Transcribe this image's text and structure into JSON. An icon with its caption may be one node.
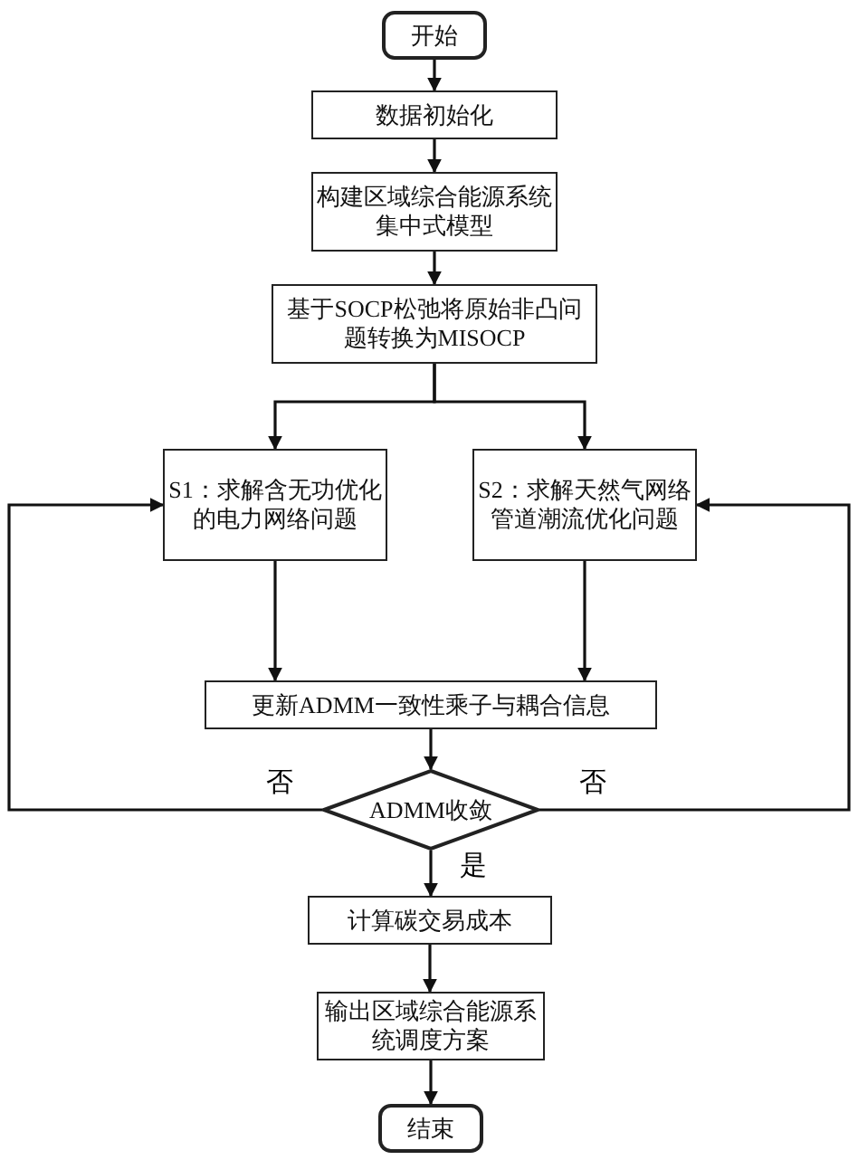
{
  "diagram": {
    "nodes": [
      {
        "text": [
          "开始"
        ]
      },
      {
        "text": [
          "数据初始化"
        ]
      },
      {
        "text": [
          "构建区域综合能源系统集中式模型"
        ]
      },
      {
        "text": [
          "基于SOCP松弛将原始非凸问题转换为MISOCP"
        ]
      },
      {
        "text": [
          "S1：求解含无功优化的电力网络问题"
        ]
      },
      {
        "text": [
          "S2：求解天然气网络管道潮流优化问题"
        ]
      },
      {
        "text": [
          "更新ADMM一致性乘子与耦合信息"
        ]
      },
      {
        "text": [
          "ADMM收敛"
        ]
      },
      {
        "text": [
          "计算碳交易成本"
        ]
      },
      {
        "text": [
          "输出区域综合能源系统调度方案"
        ]
      },
      {
        "text": [
          "结束"
        ]
      }
    ],
    "edges": [
      {
        "from": 0,
        "to": 1,
        "arrow": "to"
      },
      {
        "from": 1,
        "to": 2,
        "arrow": "to"
      },
      {
        "from": 2,
        "to": 3,
        "arrow": "to"
      },
      {
        "from": 3,
        "to": 4,
        "arrow": "to"
      },
      {
        "from": 3,
        "to": 5,
        "arrow": "to"
      },
      {
        "from": 4,
        "to": 6,
        "arrow": "to"
      },
      {
        "from": 5,
        "to": 6,
        "arrow": "to"
      },
      {
        "from": 6,
        "to": 7,
        "arrow": "to"
      },
      {
        "from": 7,
        "to": 8,
        "arrow": "to",
        "label": "是"
      },
      {
        "from": 8,
        "to": 9,
        "arrow": "to"
      },
      {
        "from": 9,
        "to": 10,
        "arrow": "to"
      },
      {
        "from": 7,
        "to": 4,
        "arrow": "to",
        "label": "否"
      },
      {
        "from": 7,
        "to": 5,
        "arrow": "to",
        "label": "否"
      }
    ]
  }
}
